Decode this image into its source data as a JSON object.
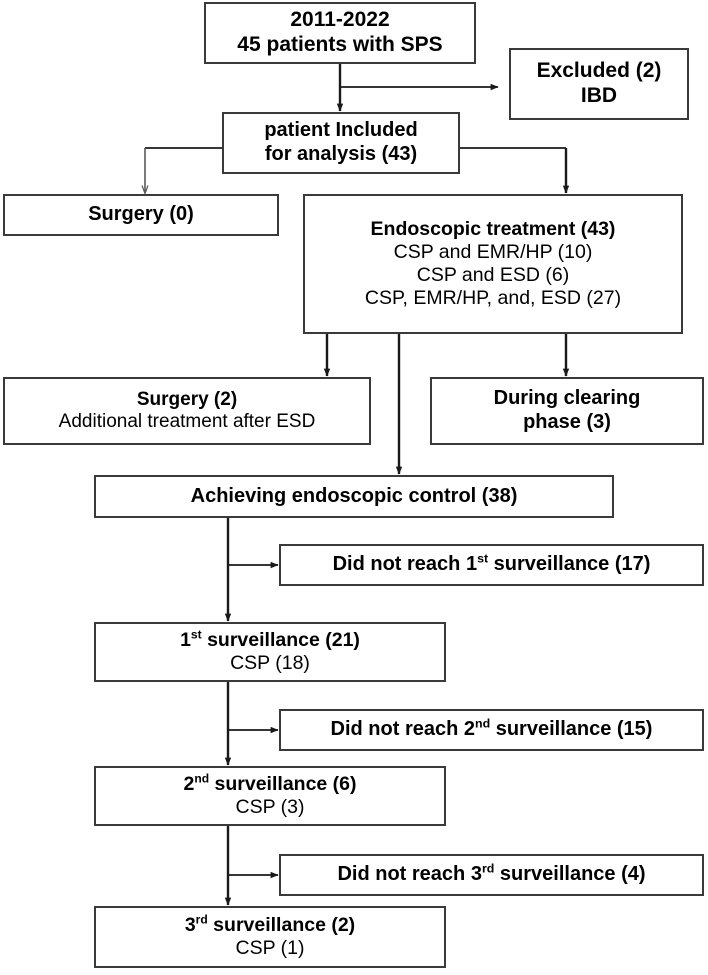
{
  "diagram": {
    "title": "SPS patient endoscopic treatment and surveillance flow",
    "colors": {
      "box_border": "#3a3a3a",
      "connector": "#1a1a1a",
      "background": "#ffffff",
      "text": "#000000"
    },
    "nodes": {
      "cohort": {
        "line1": "2011-2022",
        "line2": "45 patients with SPS"
      },
      "excluded": {
        "line1": "Excluded (2)",
        "line2": "IBD"
      },
      "included": {
        "line1": "patient Included",
        "line2": "for analysis (43)"
      },
      "surgery_zero": {
        "line1": "Surgery (0)"
      },
      "endoscopic_treatment": {
        "line1": "Endoscopic treatment (43)",
        "line2": "CSP and EMR/HP (10)",
        "line3": "CSP and ESD (6)",
        "line4": "CSP, EMR/HP, and, ESD (27)"
      },
      "surgery_two": {
        "line1": "Surgery (2)",
        "line2": "Additional treatment after ESD"
      },
      "clearing_phase": {
        "line1": "During clearing",
        "line2": "phase (3)"
      },
      "endoscopic_control": {
        "line1": "Achieving endoscopic control (38)"
      },
      "no_reach_1st": {
        "prefix": "Did not reach ",
        "ordinal_num": "1",
        "ordinal_suffix": "st",
        "rest": " surveillance (17)"
      },
      "surveillance_1st": {
        "ordinal_num": "1",
        "ordinal_suffix": "st",
        "rest": " surveillance (21)",
        "line2": "CSP (18)"
      },
      "no_reach_2nd": {
        "prefix": "Did not reach ",
        "ordinal_num": "2",
        "ordinal_suffix": "nd",
        "rest": "  surveillance (15)"
      },
      "surveillance_2nd": {
        "ordinal_num": "2",
        "ordinal_suffix": "nd",
        "rest": " surveillance (6)",
        "line2": "CSP (3)"
      },
      "no_reach_3rd": {
        "prefix": "Did not reach ",
        "ordinal_num": "3",
        "ordinal_suffix": "rd",
        "rest": "  surveillance (4)"
      },
      "surveillance_3rd": {
        "ordinal_num": "3",
        "ordinal_suffix": "rd",
        "rest": " surveillance (2)",
        "line2": "CSP (1)"
      }
    },
    "flow_data": {
      "type": "flowchart",
      "total_screened": 45,
      "excluded": 2,
      "included": 43,
      "surgery_upfront": 0,
      "endoscopic_treatment": 43,
      "treatment_breakdown": [
        {
          "label": "CSP and EMR/HP",
          "n": 10
        },
        {
          "label": "CSP and ESD",
          "n": 6
        },
        {
          "label": "CSP, EMR/HP, and, ESD",
          "n": 27
        }
      ],
      "surgery_after_esd": 2,
      "during_clearing_phase": 3,
      "endoscopic_control": 38,
      "surveillance": [
        {
          "stage": "1st",
          "did_not_reach": 17,
          "reached": 21,
          "csp": 18
        },
        {
          "stage": "2nd",
          "did_not_reach": 15,
          "reached": 6,
          "csp": 3
        },
        {
          "stage": "3rd",
          "did_not_reach": 4,
          "reached": 2,
          "csp": 1
        }
      ]
    }
  }
}
